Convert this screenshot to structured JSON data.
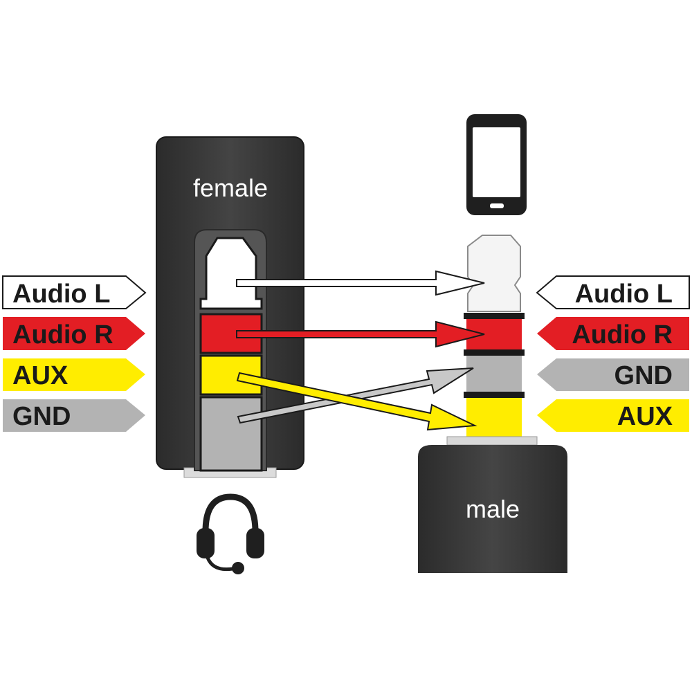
{
  "female_connector": {
    "caption": "female"
  },
  "male_connector": {
    "caption": "male"
  },
  "left_labels": [
    {
      "text": "Audio L",
      "fill": "#ffffff",
      "text_color": "#1a1a1a"
    },
    {
      "text": "Audio R",
      "fill": "#e31e24",
      "text_color": "#1a1a1a"
    },
    {
      "text": "AUX",
      "fill": "#ffed00",
      "text_color": "#1a1a1a"
    },
    {
      "text": "GND",
      "fill": "#b3b3b3",
      "text_color": "#1a1a1a"
    }
  ],
  "right_labels": [
    {
      "text": "Audio L",
      "fill": "#ffffff",
      "text_color": "#1a1a1a"
    },
    {
      "text": "Audio R",
      "fill": "#e31e24",
      "text_color": "#1a1a1a"
    },
    {
      "text": "GND",
      "fill": "#b3b3b3",
      "text_color": "#1a1a1a"
    },
    {
      "text": "AUX",
      "fill": "#ffed00",
      "text_color": "#1a1a1a"
    }
  ],
  "connections": [
    {
      "from": "Audio L",
      "to": "Audio L",
      "color": "#ffffff"
    },
    {
      "from": "Audio R",
      "to": "Audio R",
      "color": "#e31e24"
    },
    {
      "from": "AUX",
      "to": "AUX",
      "color": "#ffed00"
    },
    {
      "from": "GND",
      "to": "GND",
      "color": "#c8c8c8"
    }
  ],
  "icons": {
    "device": "smartphone-icon",
    "headset": "headset-icon"
  },
  "colors": {
    "body": "#3a3a3a",
    "outline": "#1a1a1a",
    "ring": "#2a2a2a"
  }
}
